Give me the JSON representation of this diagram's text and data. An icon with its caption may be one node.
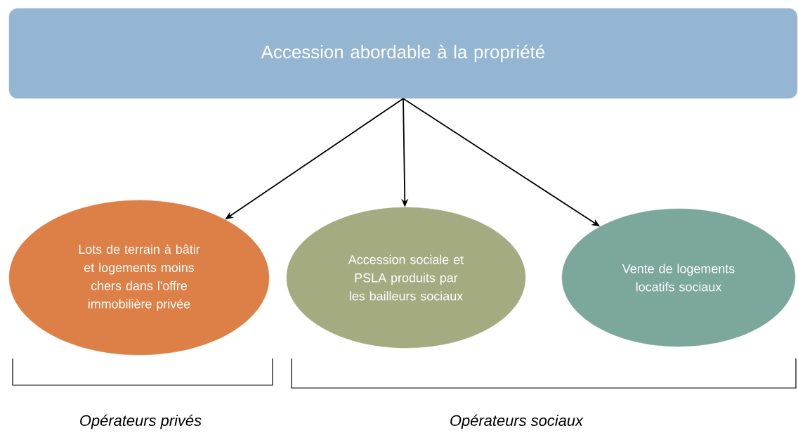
{
  "diagram": {
    "nodes": [
      {
        "text": [
          "Accession abordable à la propriété"
        ]
      },
      {
        "text": [
          "Lots de terrain à bâtir et logements moins chers dans l'offre immobilière privée"
        ]
      },
      {
        "text": [
          "Accession sociale et PSLA produits par les bailleurs sociaux"
        ]
      },
      {
        "text": [
          "Vente de logements locatifs sociaux"
        ]
      }
    ],
    "edges": [
      {
        "from": 0,
        "to": 1,
        "arrow": "to"
      },
      {
        "from": 0,
        "to": 2,
        "arrow": "to"
      },
      {
        "from": 0,
        "to": 3,
        "arrow": "to"
      }
    ],
    "labels": [
      "Opérateurs privés",
      "Opérateurs sociaux"
    ]
  }
}
